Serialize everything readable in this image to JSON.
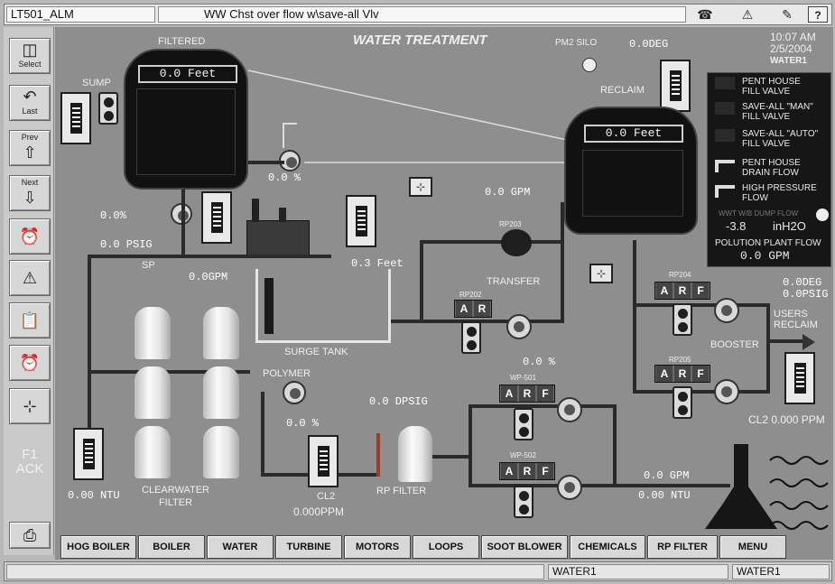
{
  "titlebar": {
    "point_name": "LT501_ALM",
    "alarm_message": "WW Chst over flow w\\save-all Vlv"
  },
  "sidebar": {
    "buttons": [
      {
        "label": "Select",
        "icon": "document-icon"
      },
      {
        "label": "Last",
        "icon": "back-arrow-icon"
      },
      {
        "label": "Prev",
        "icon": "up-arrow-icon"
      },
      {
        "label": "Next",
        "icon": "down-arrow-icon"
      },
      {
        "label": "",
        "icon": "alarm-clock-icon"
      },
      {
        "label": "",
        "icon": "warning-diamond-icon"
      },
      {
        "label": "",
        "icon": "clipboard-icon"
      },
      {
        "label": "",
        "icon": "alarm-clock-icon"
      },
      {
        "label": "",
        "icon": "trend-icon"
      }
    ],
    "ack_label": "F1\nACK"
  },
  "panel": {
    "title": "WATER TREATMENT",
    "time": "10:07 AM",
    "date": "2/5/2004",
    "node": "WATER1",
    "filtered_label": "FILTERED",
    "filtered_level": "0.0 Feet",
    "sump_label": "SUMP",
    "pm2_silo": "PM2 SILO",
    "silo_deg": "0.0DEG",
    "reclaim_label": "RECLAIM",
    "reclaim_level": "0.0 Feet",
    "valve_pct_top": "0.0 %",
    "valve_pct_left": "0.0%",
    "psig_left": "0.0 PSIG",
    "sp_label": "SP",
    "gpm_left": "0.0GPM",
    "surge_level": "0.3 Feet",
    "surge_tank": "SURGE TANK",
    "gpm_mid": "0.0 GPM",
    "rp203": "RP203",
    "transfer": "TRANSFER",
    "rp202": "RP202",
    "rp204": "RP204",
    "rp205": "RP205",
    "booster": "BOOSTER",
    "deg_right": "0.0DEG",
    "psig_right": "0.0PSIG",
    "users_reclaim": "USERS\nRECLAIM",
    "cl2_right": "CL2 0.000 PPM",
    "polymer": "POLYMER",
    "polymer_pct": "0.0 %",
    "dpsig": "0.0 DPSIG",
    "wp501": "WP-501",
    "wp502": "WP-502",
    "wp501_pct": "0.0 %",
    "gpm_bottom": "0.0 GPM",
    "ntu_bottom": "0.00 NTU",
    "ntu_left": "0.00 NTU",
    "clearwater": "CLEARWATER\nFILTER",
    "cl2": "CL2",
    "cl2_ppm": "0.000PPM",
    "rp_filter": "RP FILTER"
  },
  "legend": {
    "items": [
      "PENT HOUSE\nFILL VALVE",
      "SAVE-ALL \"MAN\"\nFILL VALVE",
      "SAVE-ALL \"AUTO\"\nFILL VALVE",
      "PENT HOUSE\nDRAIN FLOW",
      "HIGH PRESSURE\nFLOW"
    ],
    "wwt_label": "WWT W/B DUMP FLOW",
    "inh2o_value": "-3.8",
    "inh2o_unit": "inH2O",
    "plant_flow_label": "POLUTION PLANT FLOW",
    "plant_flow_value": "0.0 GPM"
  },
  "nav": {
    "tabs": [
      "HOG BOILER",
      "BOILER",
      "WATER",
      "TURBINE",
      "MOTORS",
      "LOOPS",
      "SOOT BLOWER",
      "CHEMICALS",
      "RP FILTER",
      "MENU"
    ]
  },
  "status": {
    "node1": "WATER1",
    "node2": "WATER1"
  }
}
